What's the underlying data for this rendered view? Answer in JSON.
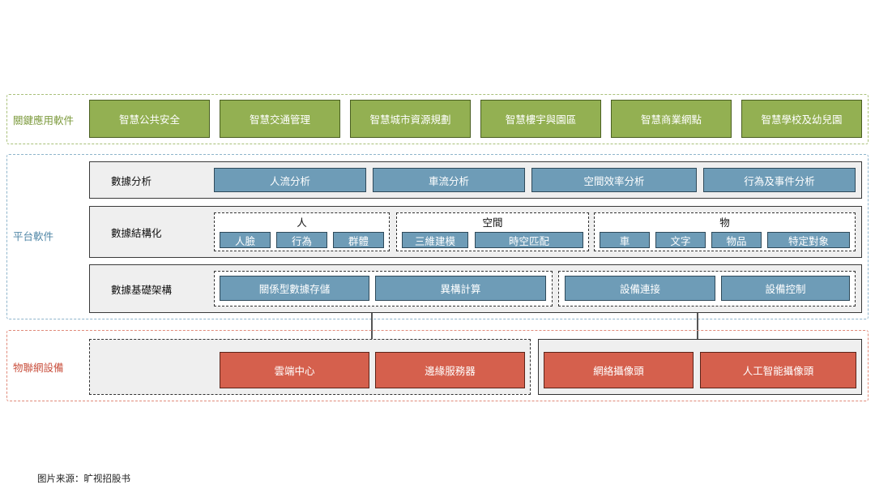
{
  "layers": {
    "applications": {
      "label": "關鍵應用軟件",
      "items": [
        "智慧公共安全",
        "智慧交通管理",
        "智慧城市資源規劃",
        "智慧樓宇與園區",
        "智慧商業網點",
        "智慧學校及幼兒園"
      ]
    },
    "platform": {
      "label": "平台軟件",
      "data_analysis": {
        "title": "數據分析",
        "items": [
          "人流分析",
          "車流分析",
          "空間效率分析",
          "行為及事件分析"
        ]
      },
      "data_structuring": {
        "title": "數據結構化",
        "groups": [
          {
            "name": "人",
            "items": [
              "人臉",
              "行為",
              "群體"
            ]
          },
          {
            "name": "空間",
            "items": [
              "三維建模",
              "時空匹配"
            ]
          },
          {
            "name": "物",
            "items": [
              "車",
              "文字",
              "物品",
              "特定對象"
            ]
          }
        ]
      },
      "data_infrastructure": {
        "title": "數據基礎架構",
        "group_a": [
          "關係型數據存儲",
          "異構計算"
        ],
        "group_b": [
          "設備連接",
          "設備控制"
        ]
      }
    },
    "iot": {
      "label": "物聯網設備",
      "group_a": [
        "雲端中心",
        "邊緣服務器"
      ],
      "group_b": [
        "網絡攝像頭",
        "人工智能攝像頭"
      ]
    }
  },
  "footer": {
    "source": "图片来源：旷视招股书"
  },
  "colors": {
    "app_green": "#93b052",
    "platform_blue": "#6e9cb7",
    "iot_red": "#d5604d",
    "app_frame": "#a9c07a",
    "platform_frame": "#8fb5cc",
    "iot_frame": "#e08a7a"
  }
}
